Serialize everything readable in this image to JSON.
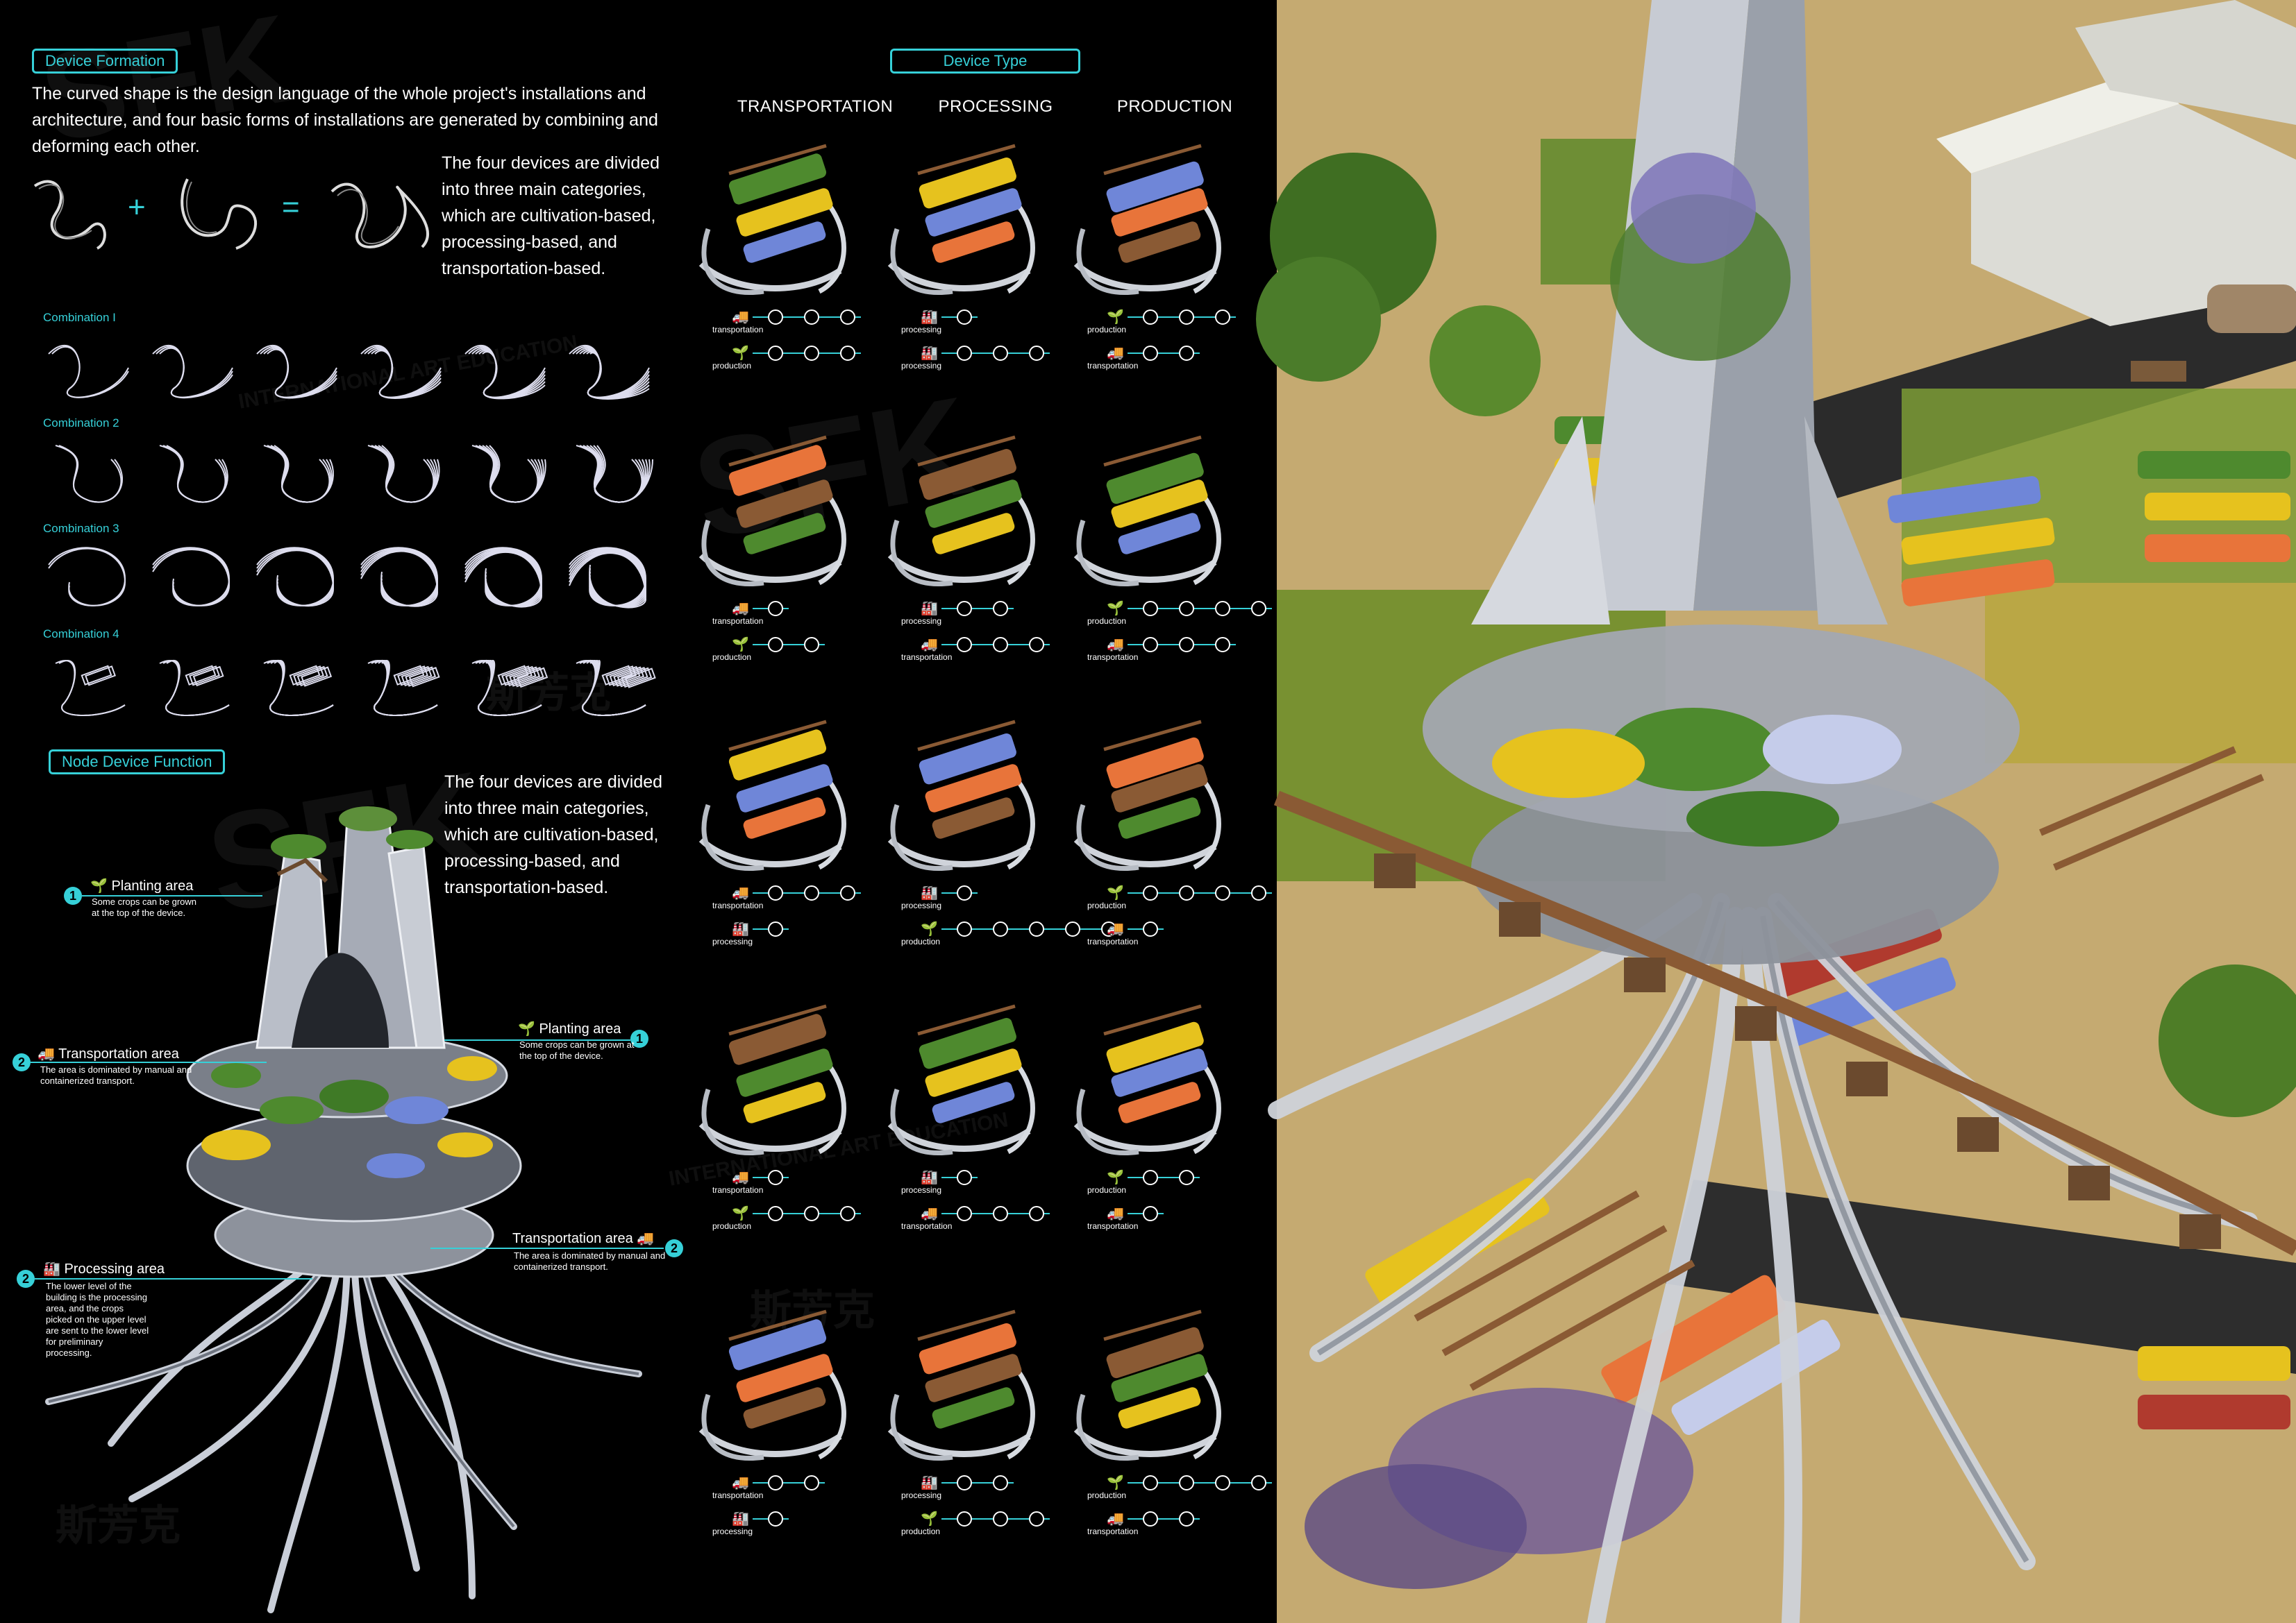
{
  "device_formation": {
    "tag": "Device Formation",
    "paragraph": "The curved shape is the design language of the whole project's installations and architecture, and four basic forms of installations are generated by combining and deforming each other.",
    "plus_sign": "+",
    "equals_sign": "=",
    "categories_text": "The four devices are divided into three main categories, which are cultivation-based, processing-based, and transportation-based.",
    "combinations": [
      "Combination I",
      "Combination 2",
      "Combination 3",
      "Combination 4"
    ]
  },
  "device_type": {
    "tag": "Device Type",
    "columns": [
      "TRANSPORTATION",
      "PROCESSING",
      "PRODUCTION"
    ],
    "rows": [
      {
        "cells": [
          {
            "lines": [
              {
                "label": "transportation",
                "rings": 3
              },
              {
                "label": "production",
                "rings": 3
              }
            ]
          },
          {
            "lines": [
              {
                "label": "processing",
                "rings": 1
              },
              {
                "label": "processing",
                "rings": 3
              }
            ]
          },
          {
            "lines": [
              {
                "label": "production",
                "rings": 3
              },
              {
                "label": "transportation",
                "rings": 2
              }
            ]
          }
        ]
      },
      {
        "cells": [
          {
            "lines": [
              {
                "label": "transportation",
                "rings": 1
              },
              {
                "label": "production",
                "rings": 2
              }
            ]
          },
          {
            "lines": [
              {
                "label": "processing",
                "rings": 2
              },
              {
                "label": "transportation",
                "rings": 3
              }
            ]
          },
          {
            "lines": [
              {
                "label": "production",
                "rings": 4
              },
              {
                "label": "transportation",
                "rings": 3
              }
            ]
          }
        ]
      },
      {
        "cells": [
          {
            "lines": [
              {
                "label": "transportation",
                "rings": 3
              },
              {
                "label": "processing",
                "rings": 1
              }
            ]
          },
          {
            "lines": [
              {
                "label": "processing",
                "rings": 1
              },
              {
                "label": "production",
                "rings": 5
              }
            ]
          },
          {
            "lines": [
              {
                "label": "production",
                "rings": 4
              },
              {
                "label": "transportation",
                "rings": 1
              }
            ]
          }
        ]
      },
      {
        "cells": [
          {
            "lines": [
              {
                "label": "transportation",
                "rings": 1
              },
              {
                "label": "production",
                "rings": 3
              }
            ]
          },
          {
            "lines": [
              {
                "label": "processing",
                "rings": 1
              },
              {
                "label": "transportation",
                "rings": 3
              }
            ]
          },
          {
            "lines": [
              {
                "label": "production",
                "rings": 2
              },
              {
                "label": "transportation",
                "rings": 1
              }
            ]
          }
        ]
      },
      {
        "cells": [
          {
            "lines": [
              {
                "label": "transportation",
                "rings": 2
              },
              {
                "label": "processing",
                "rings": 1
              }
            ]
          },
          {
            "lines": [
              {
                "label": "processing",
                "rings": 2
              },
              {
                "label": "production",
                "rings": 3
              }
            ]
          },
          {
            "lines": [
              {
                "label": "production",
                "rings": 4
              },
              {
                "label": "transportation",
                "rings": 2
              }
            ]
          }
        ]
      }
    ]
  },
  "node_device": {
    "tag": "Node Device Function",
    "categories_text": "The four devices are divided into three main categories, which are cultivation-based, processing-based, and transportation-based.",
    "callouts": [
      {
        "num": "1",
        "title": "Planting area",
        "desc": "Some crops can be grown at the top of the device."
      },
      {
        "num": "2",
        "title": "Transportation area",
        "desc": "The area is dominated by manual and containerized transport."
      },
      {
        "num": "1",
        "title": "Planting area",
        "desc": "Some crops can be grown at the top of the device."
      },
      {
        "num": "2",
        "title": "Transportation area",
        "desc": "The area is dominated by manual and containerized transport."
      },
      {
        "num": "2",
        "title": "Processing area",
        "desc": "The lower level of the building is the processing area, and the crops picked on the upper level are sent to the lower level for preliminary processing."
      }
    ]
  },
  "watermark": {
    "brand": "SFK",
    "cn": "斯芳克",
    "en": "INTERNATIONAL ART EDUCATION"
  },
  "colors": {
    "accent": "#36d0d8",
    "background": "#000000",
    "metal": "#c9ced8",
    "green": "#4e8a2e",
    "yellow": "#e6c21e",
    "blue": "#6f86d8",
    "orange": "#e8743a",
    "sand": "#d8c08a"
  }
}
